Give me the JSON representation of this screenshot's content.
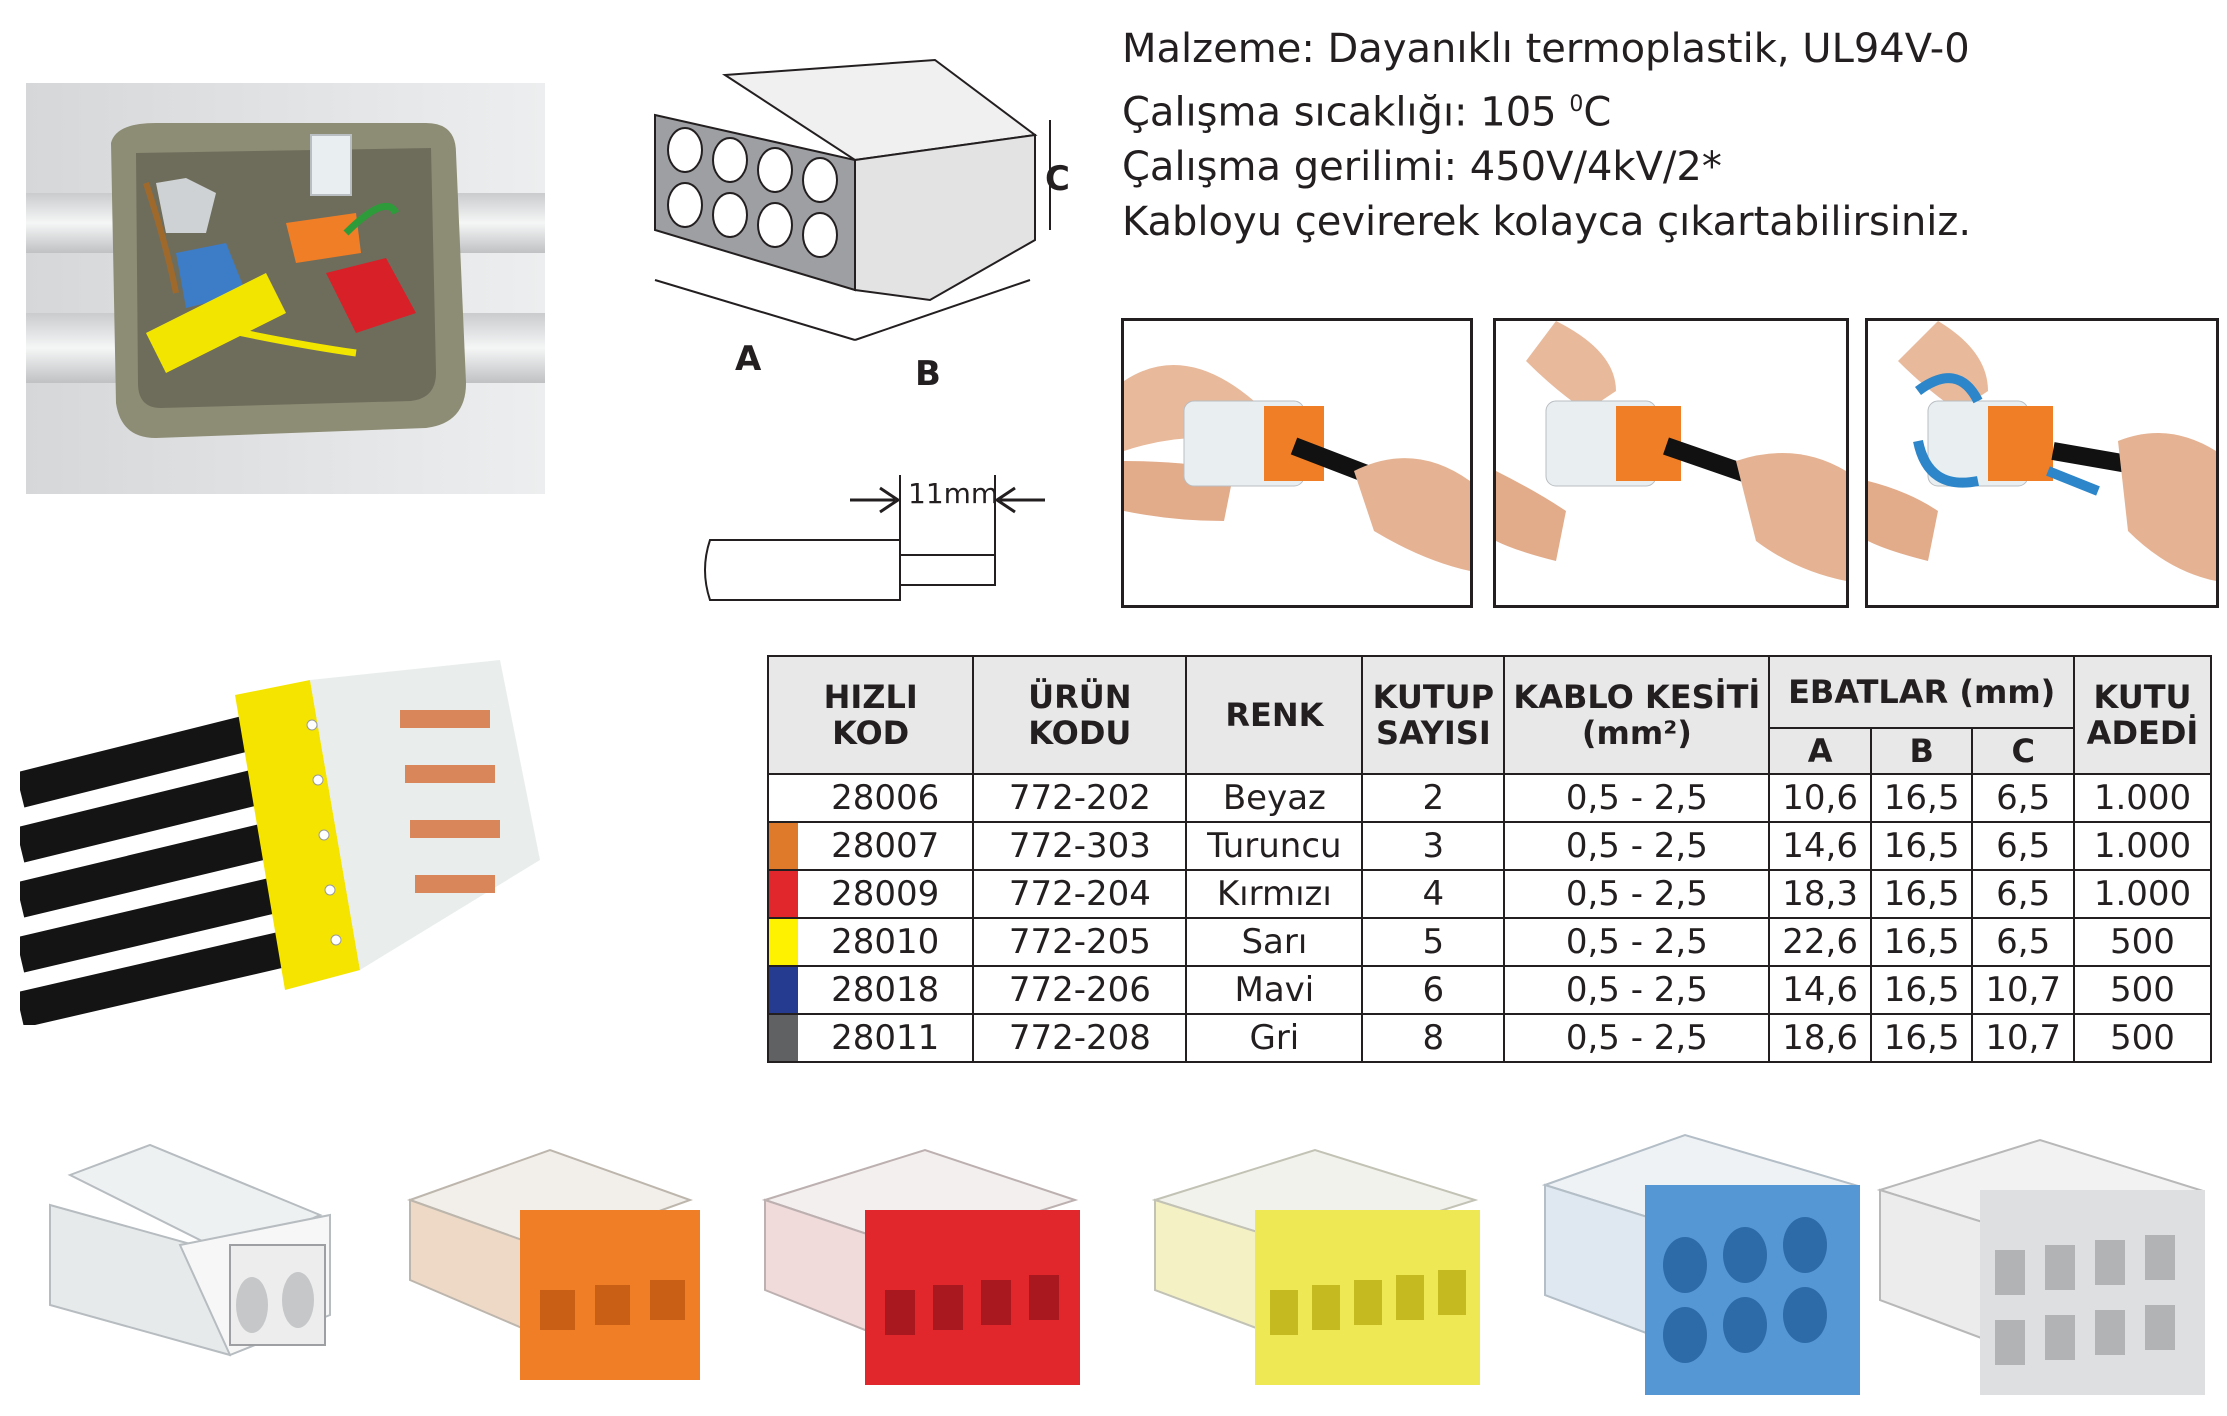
{
  "specs": {
    "material": "Malzeme: Dayanıklı termoplastik, UL94V-0",
    "temperature_prefix": "Çalışma sıcaklığı: 105 ",
    "temperature_degree": "0",
    "temperature_unit": "C",
    "voltage": "Çalışma gerilimi: 450V/4kV/2*",
    "removal_note": "Kabloyu çevirerek kolayca çıkartabilirsiniz."
  },
  "drawing": {
    "label_a": "A",
    "label_b": "B",
    "label_c": "C",
    "strip_length": "11mm"
  },
  "table": {
    "headers": {
      "quick_code": "HIZLI\nKOD",
      "product_code": "ÜRÜN\nKODU",
      "color": "RENK",
      "poles": "KUTUP\nSAYISI",
      "cable_section": "KABLO KESİTİ\n(mm²)",
      "dimensions": "EBATLAR (mm)",
      "dim_a": "A",
      "dim_b": "B",
      "dim_c": "C",
      "box_qty": "KUTU\nADEDİ"
    },
    "rows": [
      {
        "swatch": "#ffffff",
        "quick_code": "28006",
        "product_code": "772-202",
        "color": "Beyaz",
        "poles": "2",
        "section": "0,5 - 2,5",
        "a": "10,6",
        "b": "16,5",
        "c": "6,5",
        "qty": "1.000"
      },
      {
        "swatch": "#e07a2b",
        "quick_code": "28007",
        "product_code": "772-303",
        "color": "Turuncu",
        "poles": "3",
        "section": "0,5 - 2,5",
        "a": "14,6",
        "b": "16,5",
        "c": "6,5",
        "qty": "1.000"
      },
      {
        "swatch": "#e1262c",
        "quick_code": "28009",
        "product_code": "772-204",
        "color": "Kırmızı",
        "poles": "4",
        "section": "0,5 - 2,5",
        "a": "18,3",
        "b": "16,5",
        "c": "6,5",
        "qty": "1.000"
      },
      {
        "swatch": "#fff200",
        "quick_code": "28010",
        "product_code": "772-205",
        "color": "Sarı",
        "poles": "5",
        "section": "0,5 - 2,5",
        "a": "22,6",
        "b": "16,5",
        "c": "6,5",
        "qty": "500"
      },
      {
        "swatch": "#243b8f",
        "quick_code": "28018",
        "product_code": "772-206",
        "color": "Mavi",
        "poles": "6",
        "section": "0,5 - 2,5",
        "a": "14,6",
        "b": "16,5",
        "c": "10,7",
        "qty": "500"
      },
      {
        "swatch": "#606163",
        "quick_code": "28011",
        "product_code": "772-208",
        "color": "Gri",
        "poles": "8",
        "section": "0,5 - 2,5",
        "a": "18,6",
        "b": "16,5",
        "c": "10,7",
        "qty": "500"
      }
    ]
  }
}
